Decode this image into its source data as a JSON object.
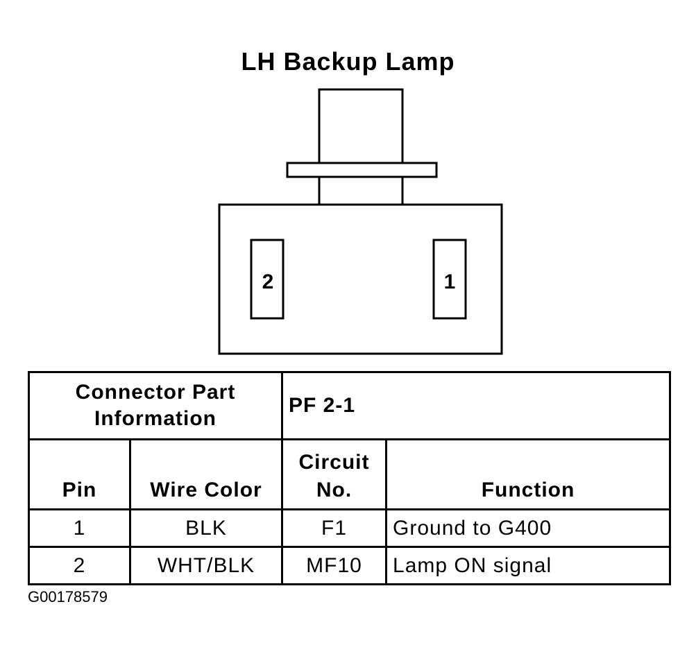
{
  "title": "LH Backup Lamp",
  "connector": {
    "pins": [
      {
        "label": "2"
      },
      {
        "label": "1"
      }
    ]
  },
  "table": {
    "part_info_label_line1": "Connector Part",
    "part_info_label_line2": "Information",
    "part_info_value": "PF 2-1",
    "headers": {
      "pin": "Pin",
      "wire_color": "Wire Color",
      "circuit_line1": "Circuit",
      "circuit_line2": "No.",
      "function": "Function"
    },
    "rows": [
      {
        "pin": "1",
        "wire_color": "BLK",
        "circuit": "F1",
        "function": "Ground to G400"
      },
      {
        "pin": "2",
        "wire_color": "WHT/BLK",
        "circuit": "MF10",
        "function": "Lamp ON signal"
      }
    ]
  },
  "figure_id": "G00178579"
}
